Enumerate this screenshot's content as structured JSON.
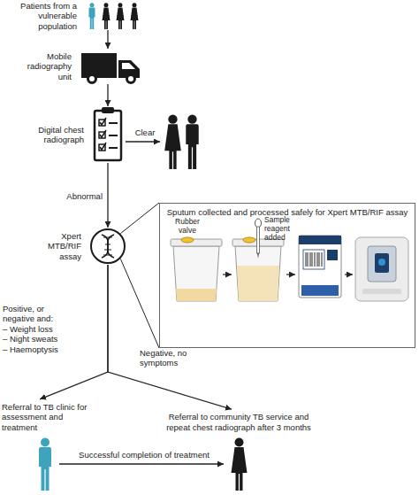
{
  "diagram": {
    "nodes": [
      {
        "text": [
          "Patients from a vulnerable population"
        ]
      },
      {
        "text": [
          "Mobile radiography unit"
        ]
      },
      {
        "text": [
          "Digital chest radiograph"
        ]
      },
      {
        "text": [
          "Xpert MTB/RIF assay"
        ]
      },
      {
        "text": [
          "Sputum collected and processed safely for Xpert MTB/RIF assay"
        ]
      },
      {
        "text": [
          "Referral to TB clinic for assessment and treatment"
        ]
      },
      {
        "text": [
          "Referral to community TB service and repeat chest radiograph after 3 months"
        ]
      }
    ],
    "edges": [
      {
        "from": 0,
        "to": 1,
        "arrow": "to"
      },
      {
        "from": 1,
        "to": 2,
        "arrow": "to"
      },
      {
        "from": 2,
        "to": 3,
        "label": "Abnormal",
        "arrow": "to"
      },
      {
        "from": 3,
        "to": 4,
        "arrow": "none"
      },
      {
        "from": 3,
        "to": 5,
        "label": "Positive, or negative and: – Weight loss – Night sweats – Haemoptysis",
        "arrow": "to"
      },
      {
        "from": 3,
        "to": 6,
        "label": "Negative, no symptoms",
        "arrow": "to"
      },
      {
        "from": 5,
        "to": 6,
        "label": "Successful completion of treatment",
        "arrow": "to"
      }
    ],
    "labels": [
      "Clear",
      "Rubber valve",
      "Sample reagent added"
    ]
  }
}
